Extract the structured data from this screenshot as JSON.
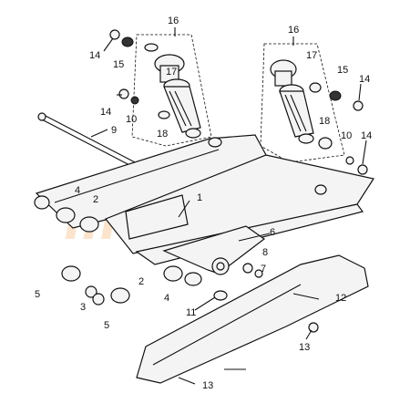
{
  "watermark": "mfast",
  "callouts": [
    {
      "id": "c16a",
      "text": "16"
    },
    {
      "id": "c16b",
      "text": "16"
    },
    {
      "id": "c14a",
      "text": "14"
    },
    {
      "id": "c15a",
      "text": "15"
    },
    {
      "id": "c17a",
      "text": "17"
    },
    {
      "id": "c17b",
      "text": "17"
    },
    {
      "id": "c15b",
      "text": "15"
    },
    {
      "id": "c14b",
      "text": "14"
    },
    {
      "id": "c14c",
      "text": "14"
    },
    {
      "id": "c10a",
      "text": "10"
    },
    {
      "id": "c9",
      "text": "9"
    },
    {
      "id": "c18a",
      "text": "18"
    },
    {
      "id": "c18b",
      "text": "18"
    },
    {
      "id": "c10b",
      "text": "10"
    },
    {
      "id": "c14d",
      "text": "14"
    },
    {
      "id": "c4a",
      "text": "4"
    },
    {
      "id": "c2a",
      "text": "2"
    },
    {
      "id": "c1",
      "text": "1"
    },
    {
      "id": "c6",
      "text": "6"
    },
    {
      "id": "c8",
      "text": "8"
    },
    {
      "id": "c7",
      "text": "7"
    },
    {
      "id": "c2b",
      "text": "2"
    },
    {
      "id": "c5a",
      "text": "5"
    },
    {
      "id": "c4b",
      "text": "4"
    },
    {
      "id": "c12",
      "text": "12"
    },
    {
      "id": "c3",
      "text": "3"
    },
    {
      "id": "c11",
      "text": "11"
    },
    {
      "id": "c5b",
      "text": "5"
    },
    {
      "id": "c13a",
      "text": "13"
    },
    {
      "id": "c13b",
      "text": "13"
    }
  ]
}
